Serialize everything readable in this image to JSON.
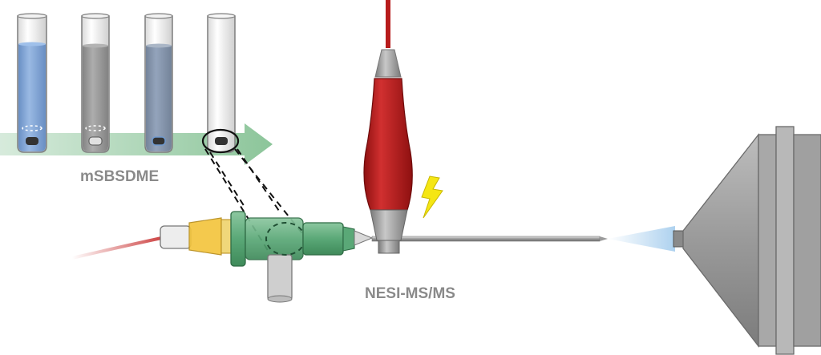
{
  "labels": {
    "extraction": "mSBSDME",
    "ionization": "NESI-MS/MS"
  },
  "colors": {
    "flow_arrow": "#8cc59a",
    "electrode_clip": "#b71c1c",
    "spray_hub": "#4f9a6c",
    "luer_adapter": "#f3c43a",
    "capillary_tubing": "#c62828",
    "lightning": "#f5e614",
    "ms_inlet": "#9e9e9e",
    "spray_plume": "#a9cfee",
    "blue_solution": "#6f9ad0",
    "grey_solution": "#8e8e8e"
  },
  "vials": [
    {
      "liquid": "blue"
    },
    {
      "liquid": "grey"
    },
    {
      "liquid": "grey-blue"
    },
    {
      "liquid": "empty"
    }
  ],
  "icons": [
    "lightning-icon"
  ]
}
